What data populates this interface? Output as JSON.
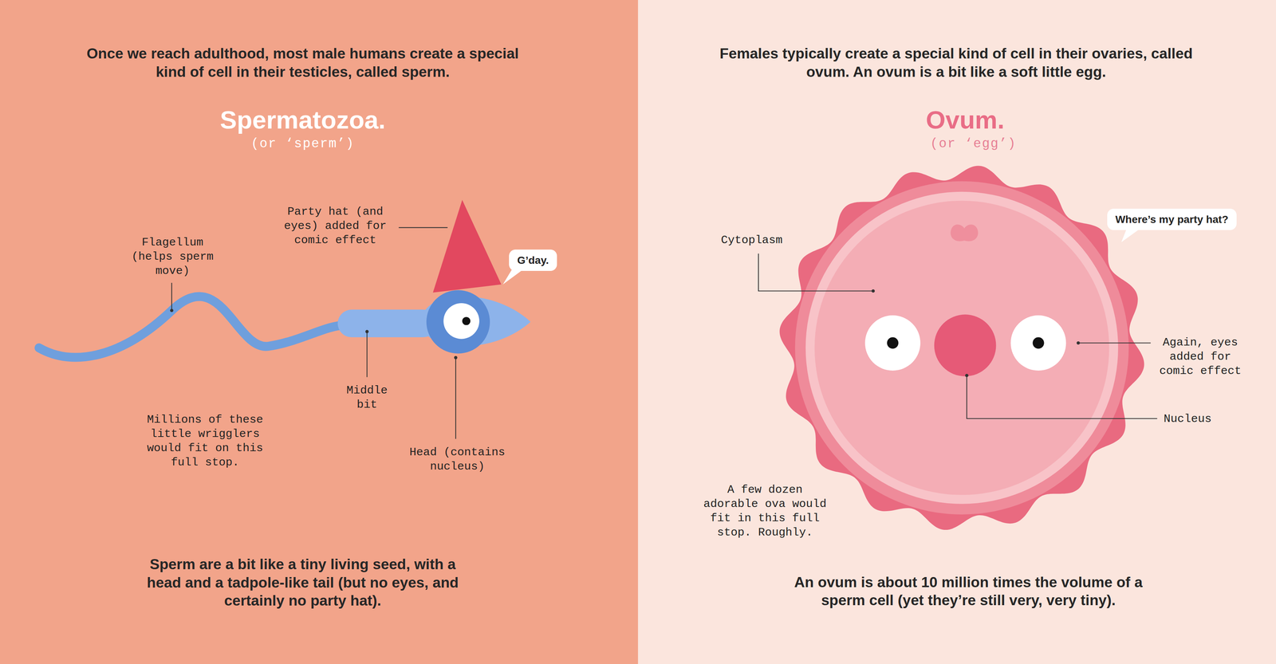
{
  "diagram": {
    "nodes": [
      {
        "text": [
          "G’day."
        ]
      },
      {
        "text": [
          "Where’s my party hat?"
        ]
      }
    ],
    "labels": [
      "Once we reach adulthood, most male humans create a special kind of cell in their testicles, called sperm.",
      "Spermatozoa.",
      "(or ‘sperm’)",
      "Party hat (and eyes) added for comic effect",
      "Flagellum (helps sperm move)",
      "Middle bit",
      "Millions of these little wrigglers would fit on this full stop.",
      "Head (contains nucleus)",
      "Sperm are a bit like a tiny living seed, with a head and a tadpole-like tail (but no eyes, and certainly no party hat).",
      "Females typically create a special kind of cell in their ovaries, called ovum. An ovum is a bit like a soft little egg.",
      "Ovum.",
      "(or ‘egg’)",
      "Cytoplasm",
      "Again, eyes added for comic effect",
      "Nucleus",
      "A few dozen adorable ova would fit in this full stop. Roughly.",
      "An ovum is about 10 million times the volume of a sperm cell (yet they’re still very, very tiny)."
    ]
  }
}
